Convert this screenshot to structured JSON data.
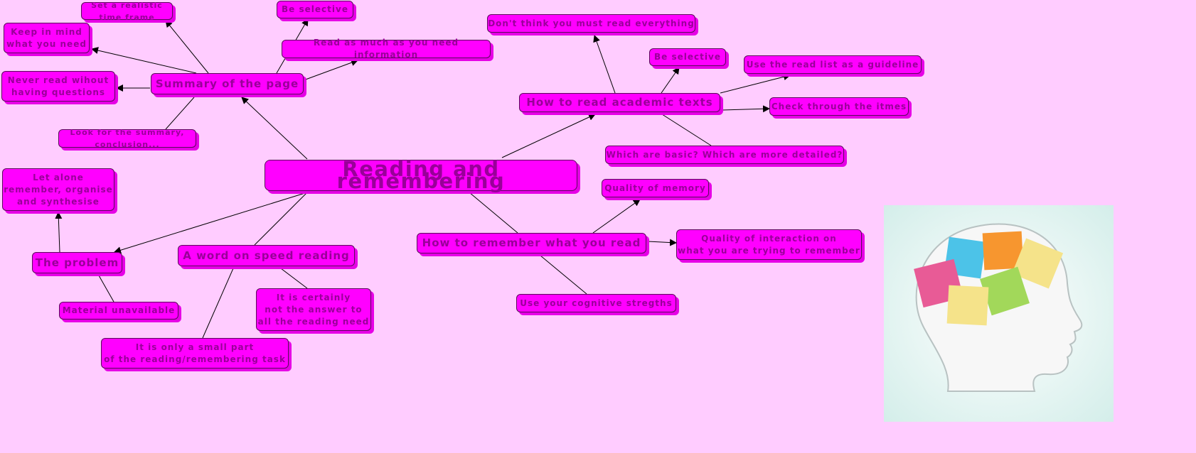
{
  "title": "Reading and remembering",
  "summary": {
    "label": "Summary of the page",
    "children": {
      "set_time": "Set a realistic time frame",
      "be_selective": "Be selective",
      "keep_mind": "Keep in mind\nwhat you need",
      "read_as_much": "Read as much as you need information",
      "never_read": "Never read wihout\nhaving questions",
      "look_summary": "Look for the summary, conclusion..."
    }
  },
  "academic": {
    "label": "How to read academic texts",
    "children": {
      "dont_think": "Don't think you must read everything",
      "be_selective": "Be selective",
      "read_list": "Use the read list as a guideline",
      "check_items": "Check through the itmes",
      "which_basic": "Which are basic? Which are more detailed?"
    }
  },
  "remember": {
    "label": "How to remember what you read",
    "children": {
      "quality_memory": "Quality of memory",
      "quality_interaction": "Quality of interaction on\nwhat you are trying to remember",
      "cognitive": "Use your cognitive stregths"
    }
  },
  "speed": {
    "label": "A word on speed reading",
    "children": {
      "certainly": "It is certainly\nnot the answer to\nall the reading need",
      "small_part": "It is only a small part\nof the reading/remembering task"
    }
  },
  "problem": {
    "label": "The problem",
    "children": {
      "let_alone": "Let alone\nremember, organise\nand synthesise",
      "material": "Material unavailable"
    }
  },
  "colors": {
    "background": "#ffccff",
    "node": "#ff00ff",
    "text": "#990099",
    "shadow": "#e600e6"
  }
}
